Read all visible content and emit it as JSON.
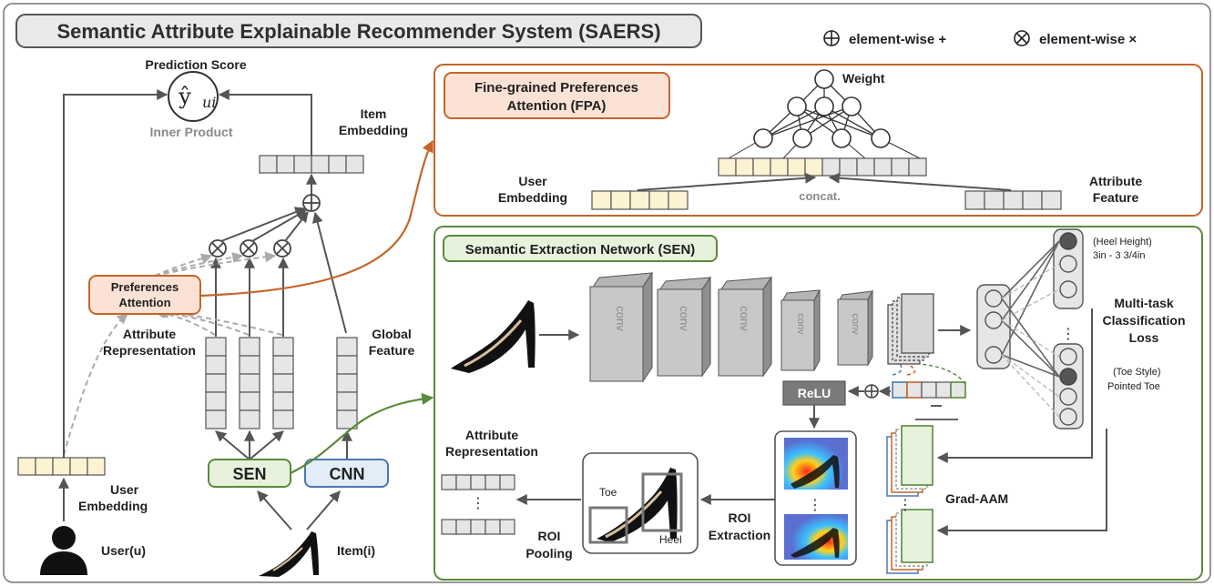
{
  "title": "Semantic Attribute Explainable Recommender System (SAERS)",
  "legend": {
    "plus_label": "element-wise +",
    "times_label": "element-wise ×"
  },
  "left": {
    "prediction_score": "Prediction Score",
    "y_hat": "ŷ",
    "y_sub": "ui",
    "inner_product": "Inner Product",
    "item_embedding": [
      "Item",
      "Embedding"
    ],
    "preferences_attention": [
      "Preferences",
      "Attention"
    ],
    "attribute_representation": [
      "Attribute",
      "Representation"
    ],
    "global_feature": [
      "Global",
      "Feature"
    ],
    "sen": "SEN",
    "cnn": "CNN",
    "user_embedding": [
      "User",
      "Embedding"
    ],
    "user": "User(u)",
    "item": "Item(i)"
  },
  "fpa": {
    "title": [
      "Fine-grained Preferences",
      "Attention (FPA)"
    ],
    "weight": "Weight",
    "user_embedding": [
      "User",
      "Embedding"
    ],
    "concat": "concat.",
    "attribute_feature": [
      "Attribute",
      "Feature"
    ]
  },
  "sen_panel": {
    "title": "Semantic Extraction Network (SEN)",
    "conv": "conv",
    "relu": "ReLU",
    "heel_height": [
      "(Heel Height)",
      "3in - 3 3/4in"
    ],
    "multitask": [
      "Multi-task",
      "Classification",
      "Loss"
    ],
    "toe_style": [
      "(Toe Style)",
      "Pointed Toe"
    ],
    "grad_aam": "Grad-AAM",
    "attribute_representation": [
      "Attribute",
      "Representation"
    ],
    "roi_pooling": [
      "ROI",
      "Pooling"
    ],
    "roi_extraction": [
      "ROI",
      "Extraction"
    ],
    "toe": "Toe",
    "heel": "Heel",
    "ellipsis": "⋮"
  }
}
